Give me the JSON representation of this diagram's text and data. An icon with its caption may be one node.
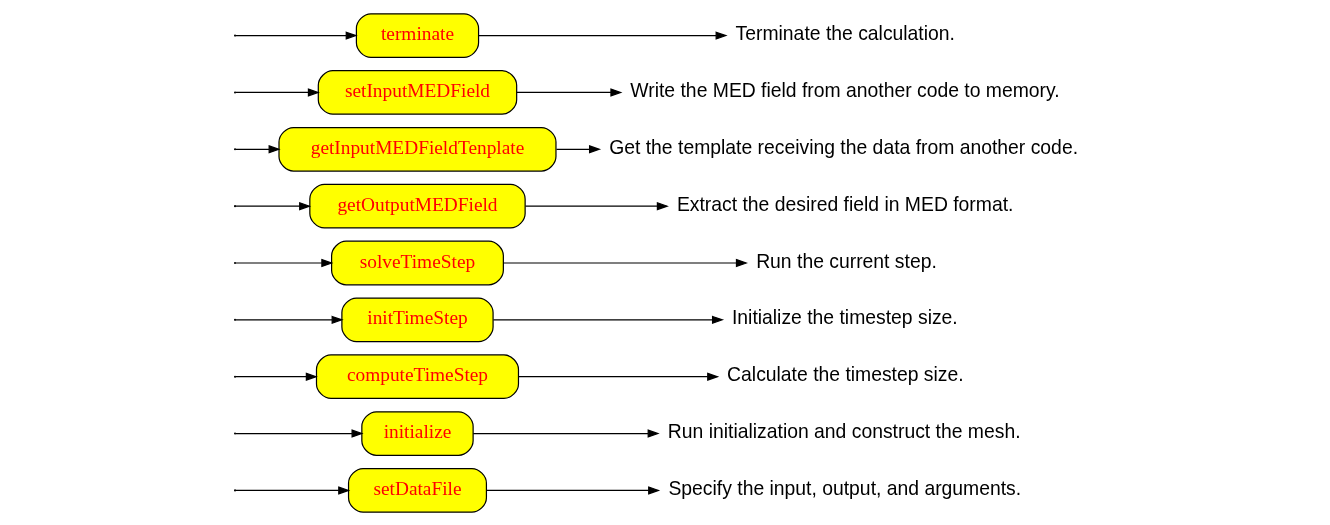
{
  "diagram": {
    "nodes": [
      {
        "text": [
          "setDataFile"
        ]
      },
      {
        "text": [
          "Specify the input, output, and arguments."
        ]
      },
      {
        "text": [
          "initialize"
        ]
      },
      {
        "text": [
          "Run initialization and construct the mesh."
        ]
      },
      {
        "text": [
          "computeTimeStep"
        ]
      },
      {
        "text": [
          "Calculate the timestep size."
        ]
      },
      {
        "text": [
          "initTimeStep"
        ]
      },
      {
        "text": [
          "Initialize the timestep size."
        ]
      },
      {
        "text": [
          "solveTimeStep"
        ]
      },
      {
        "text": [
          "Run the current step."
        ]
      },
      {
        "text": [
          "getOutputMEDField"
        ]
      },
      {
        "text": [
          "Extract the desired field in MED format."
        ]
      },
      {
        "text": [
          "getInputMEDFieldTenplate"
        ]
      },
      {
        "text": [
          "Get the template receiving the data from another code."
        ]
      },
      {
        "text": [
          "setInputMEDField"
        ]
      },
      {
        "text": [
          "Write the MED field from another code to memory."
        ]
      },
      {
        "text": [
          "terminate"
        ]
      },
      {
        "text": [
          "Terminate the calculation."
        ]
      }
    ],
    "edges": [
      {
        "from": null,
        "to": 0,
        "arrow": "to"
      },
      {
        "from": 0,
        "to": 1,
        "arrow": "to"
      },
      {
        "from": null,
        "to": 2,
        "arrow": "to"
      },
      {
        "from": 2,
        "to": 3,
        "arrow": "to"
      },
      {
        "from": null,
        "to": 4,
        "arrow": "to"
      },
      {
        "from": 4,
        "to": 5,
        "arrow": "to"
      },
      {
        "from": null,
        "to": 6,
        "arrow": "to"
      },
      {
        "from": 6,
        "to": 7,
        "arrow": "to"
      },
      {
        "from": null,
        "to": 8,
        "arrow": "to"
      },
      {
        "from": 8,
        "to": 9,
        "arrow": "to"
      },
      {
        "from": null,
        "to": 10,
        "arrow": "to"
      },
      {
        "from": 10,
        "to": 11,
        "arrow": "to"
      },
      {
        "from": null,
        "to": 12,
        "arrow": "to"
      },
      {
        "from": 12,
        "to": 13,
        "arrow": "to"
      },
      {
        "from": null,
        "to": 14,
        "arrow": "to"
      },
      {
        "from": 14,
        "to": 15,
        "arrow": "to"
      },
      {
        "from": null,
        "to": 16,
        "arrow": "to"
      },
      {
        "from": 16,
        "to": 17,
        "arrow": "to"
      }
    ]
  }
}
